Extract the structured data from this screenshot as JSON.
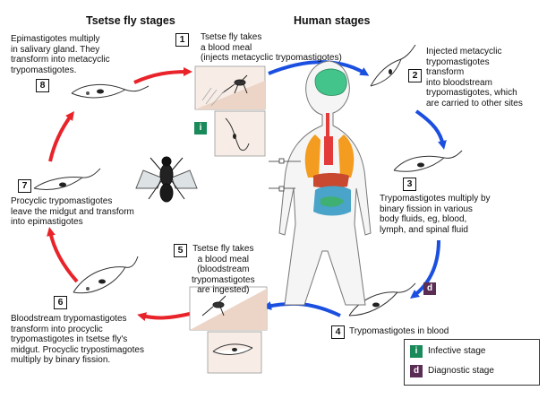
{
  "headers": {
    "tsetse": "Tsetse fly stages",
    "human": "Human stages"
  },
  "steps": [
    {
      "num": "1",
      "text": "Tsetse fly takes\na blood meal\n(injects metacyclic trypomastigotes)"
    },
    {
      "num": "2",
      "text": "Injected metacyclic\ntrypomastigotes\ntransform\ninto bloodstream\ntrypomastigotes, which\nare carried to other sites"
    },
    {
      "num": "3",
      "text": "Trypomastigotes multiply by\nbinary fission in various\nbody fluids, eg, blood,\nlymph, and spinal fluid"
    },
    {
      "num": "4",
      "text": "Trypomastigotes in blood"
    },
    {
      "num": "5",
      "text": "Tsetse fly takes\na blood meal\n(bloodstream\ntrypomastigotes\nare ingested)"
    },
    {
      "num": "6",
      "text": "Bloodstream trypomastigotes\ntransform into procyclic\ntrypomastigotes in tsetse fly's\nmidgut. Procyclic trypostimagotes\nmultiply by binary fission."
    },
    {
      "num": "7",
      "text": "Procyclic trypomastigotes\nleave the midgut and transform\ninto epimastigotes"
    },
    {
      "num": "8",
      "text": "Epimastigotes multiply\nin salivary gland. They\ntransform into metacyclic\ntrypomastigotes."
    }
  ],
  "markers": {
    "infective": "i",
    "diagnostic": "d"
  },
  "legend": [
    {
      "symbol": "i",
      "label": "Infective stage",
      "color": "#1a8a5a"
    },
    {
      "symbol": "d",
      "label": "Diagnostic stage",
      "color": "#5a2d55"
    }
  ],
  "colors": {
    "tsetse_arrow": "#e8232a",
    "human_arrow": "#1b4fe0"
  }
}
